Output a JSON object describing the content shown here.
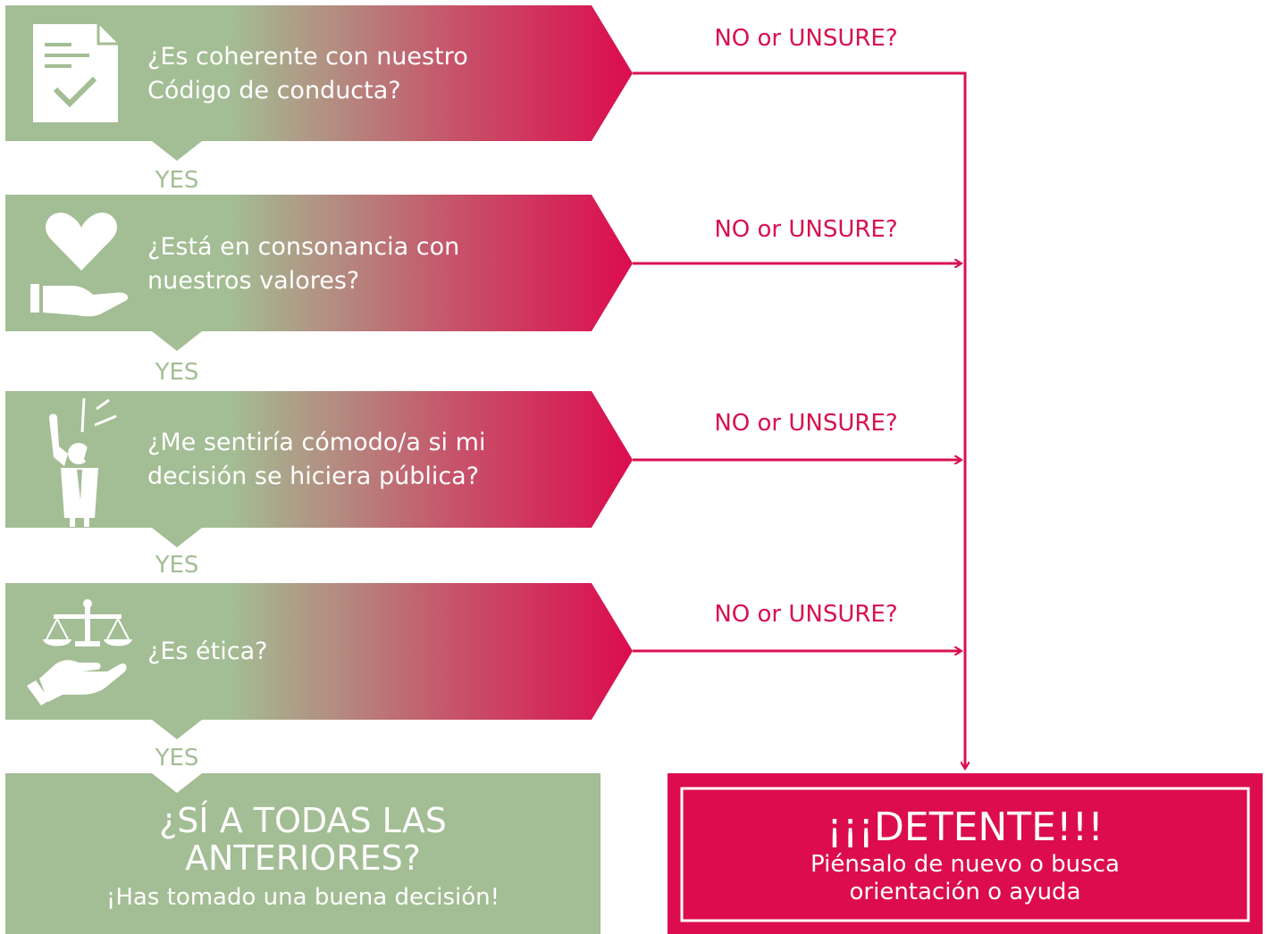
{
  "colors": {
    "green": "#a3bd94",
    "crimson": "#d81150",
    "white": "#ffffff"
  },
  "steps": [
    {
      "icon": "document-check-icon",
      "line1": "¿Es coherente con nuestro",
      "line2": "Código de conducta?"
    },
    {
      "icon": "heart-in-hand-icon",
      "line1": "¿Está en consonancia con",
      "line2": "nuestros valores?"
    },
    {
      "icon": "exposed-person-icon",
      "line1": "¿Me sentiría cómodo/a si mi",
      "line2": "decisión se hiciera pública?"
    },
    {
      "icon": "scales-in-hand-icon",
      "line1": "¿Es ética?",
      "line2": ""
    }
  ],
  "yes_label": "YES",
  "no_label": "NO or UNSURE?",
  "final": {
    "title_line1": "¿SÍ A TODAS LAS",
    "title_line2": "ANTERIORES?",
    "subtitle": "¡Has tomado una buena decisión!"
  },
  "stop": {
    "title": "¡¡¡DETENTE!!!",
    "line1": "Piénsalo de nuevo o busca",
    "line2": "orientación o ayuda"
  }
}
